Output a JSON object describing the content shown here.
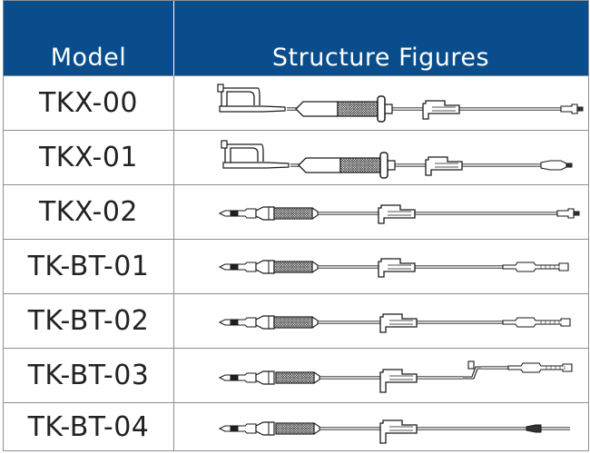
{
  "header": {
    "model": "Model",
    "figures": "Structure Figures"
  },
  "rows": [
    {
      "model": "TKX-00",
      "variant": "kx00"
    },
    {
      "model": "TKX-01",
      "variant": "kx01"
    },
    {
      "model": "TKX-02",
      "variant": "kx02"
    },
    {
      "model": "TK-BT-01",
      "variant": "bt01"
    },
    {
      "model": "TK-BT-02",
      "variant": "bt02"
    },
    {
      "model": "TK-BT-03",
      "variant": "bt03"
    },
    {
      "model": "TK-BT-04",
      "variant": "bt04"
    }
  ],
  "colors": {
    "header_bg": "#0a4d8c",
    "header_text": "#ffffff",
    "border": "#8a8f96",
    "line": "#1a1a1a"
  }
}
